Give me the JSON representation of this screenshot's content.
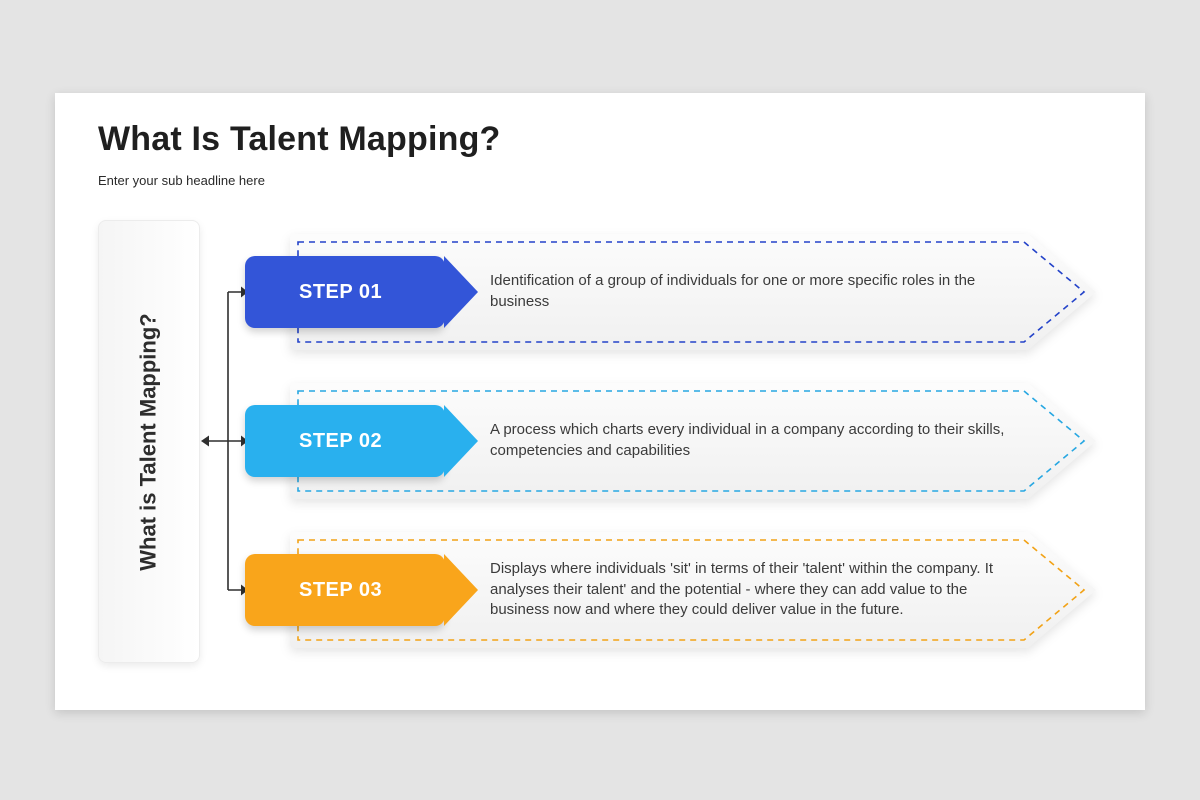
{
  "slide": {
    "title": "What Is Talent Mapping?",
    "subtitle": "Enter your sub headline here",
    "side_label": "What is Talent Mapping?"
  },
  "steps": [
    {
      "label": "STEP 01",
      "color": "#3355d8",
      "dash_color": "#2443c9",
      "description": "Identification of a group of individuals for one or more specific roles in the business"
    },
    {
      "label": "STEP 02",
      "color": "#29b0ee",
      "dash_color": "#27a7e2",
      "description": "A process which charts every individual in a company according to their skills, competencies and capabilities"
    },
    {
      "label": "STEP 03",
      "color": "#f9a51b",
      "dash_color": "#f2a216",
      "description": "Displays where individuals 'sit' in terms of their 'talent' within the company. It analyses their talent' and the potential - where they can add value to the business now and where they could deliver value in the future."
    }
  ],
  "css_vars": {
    "connector": "#2f2f2f",
    "page-bg": "#e4e4e4"
  }
}
